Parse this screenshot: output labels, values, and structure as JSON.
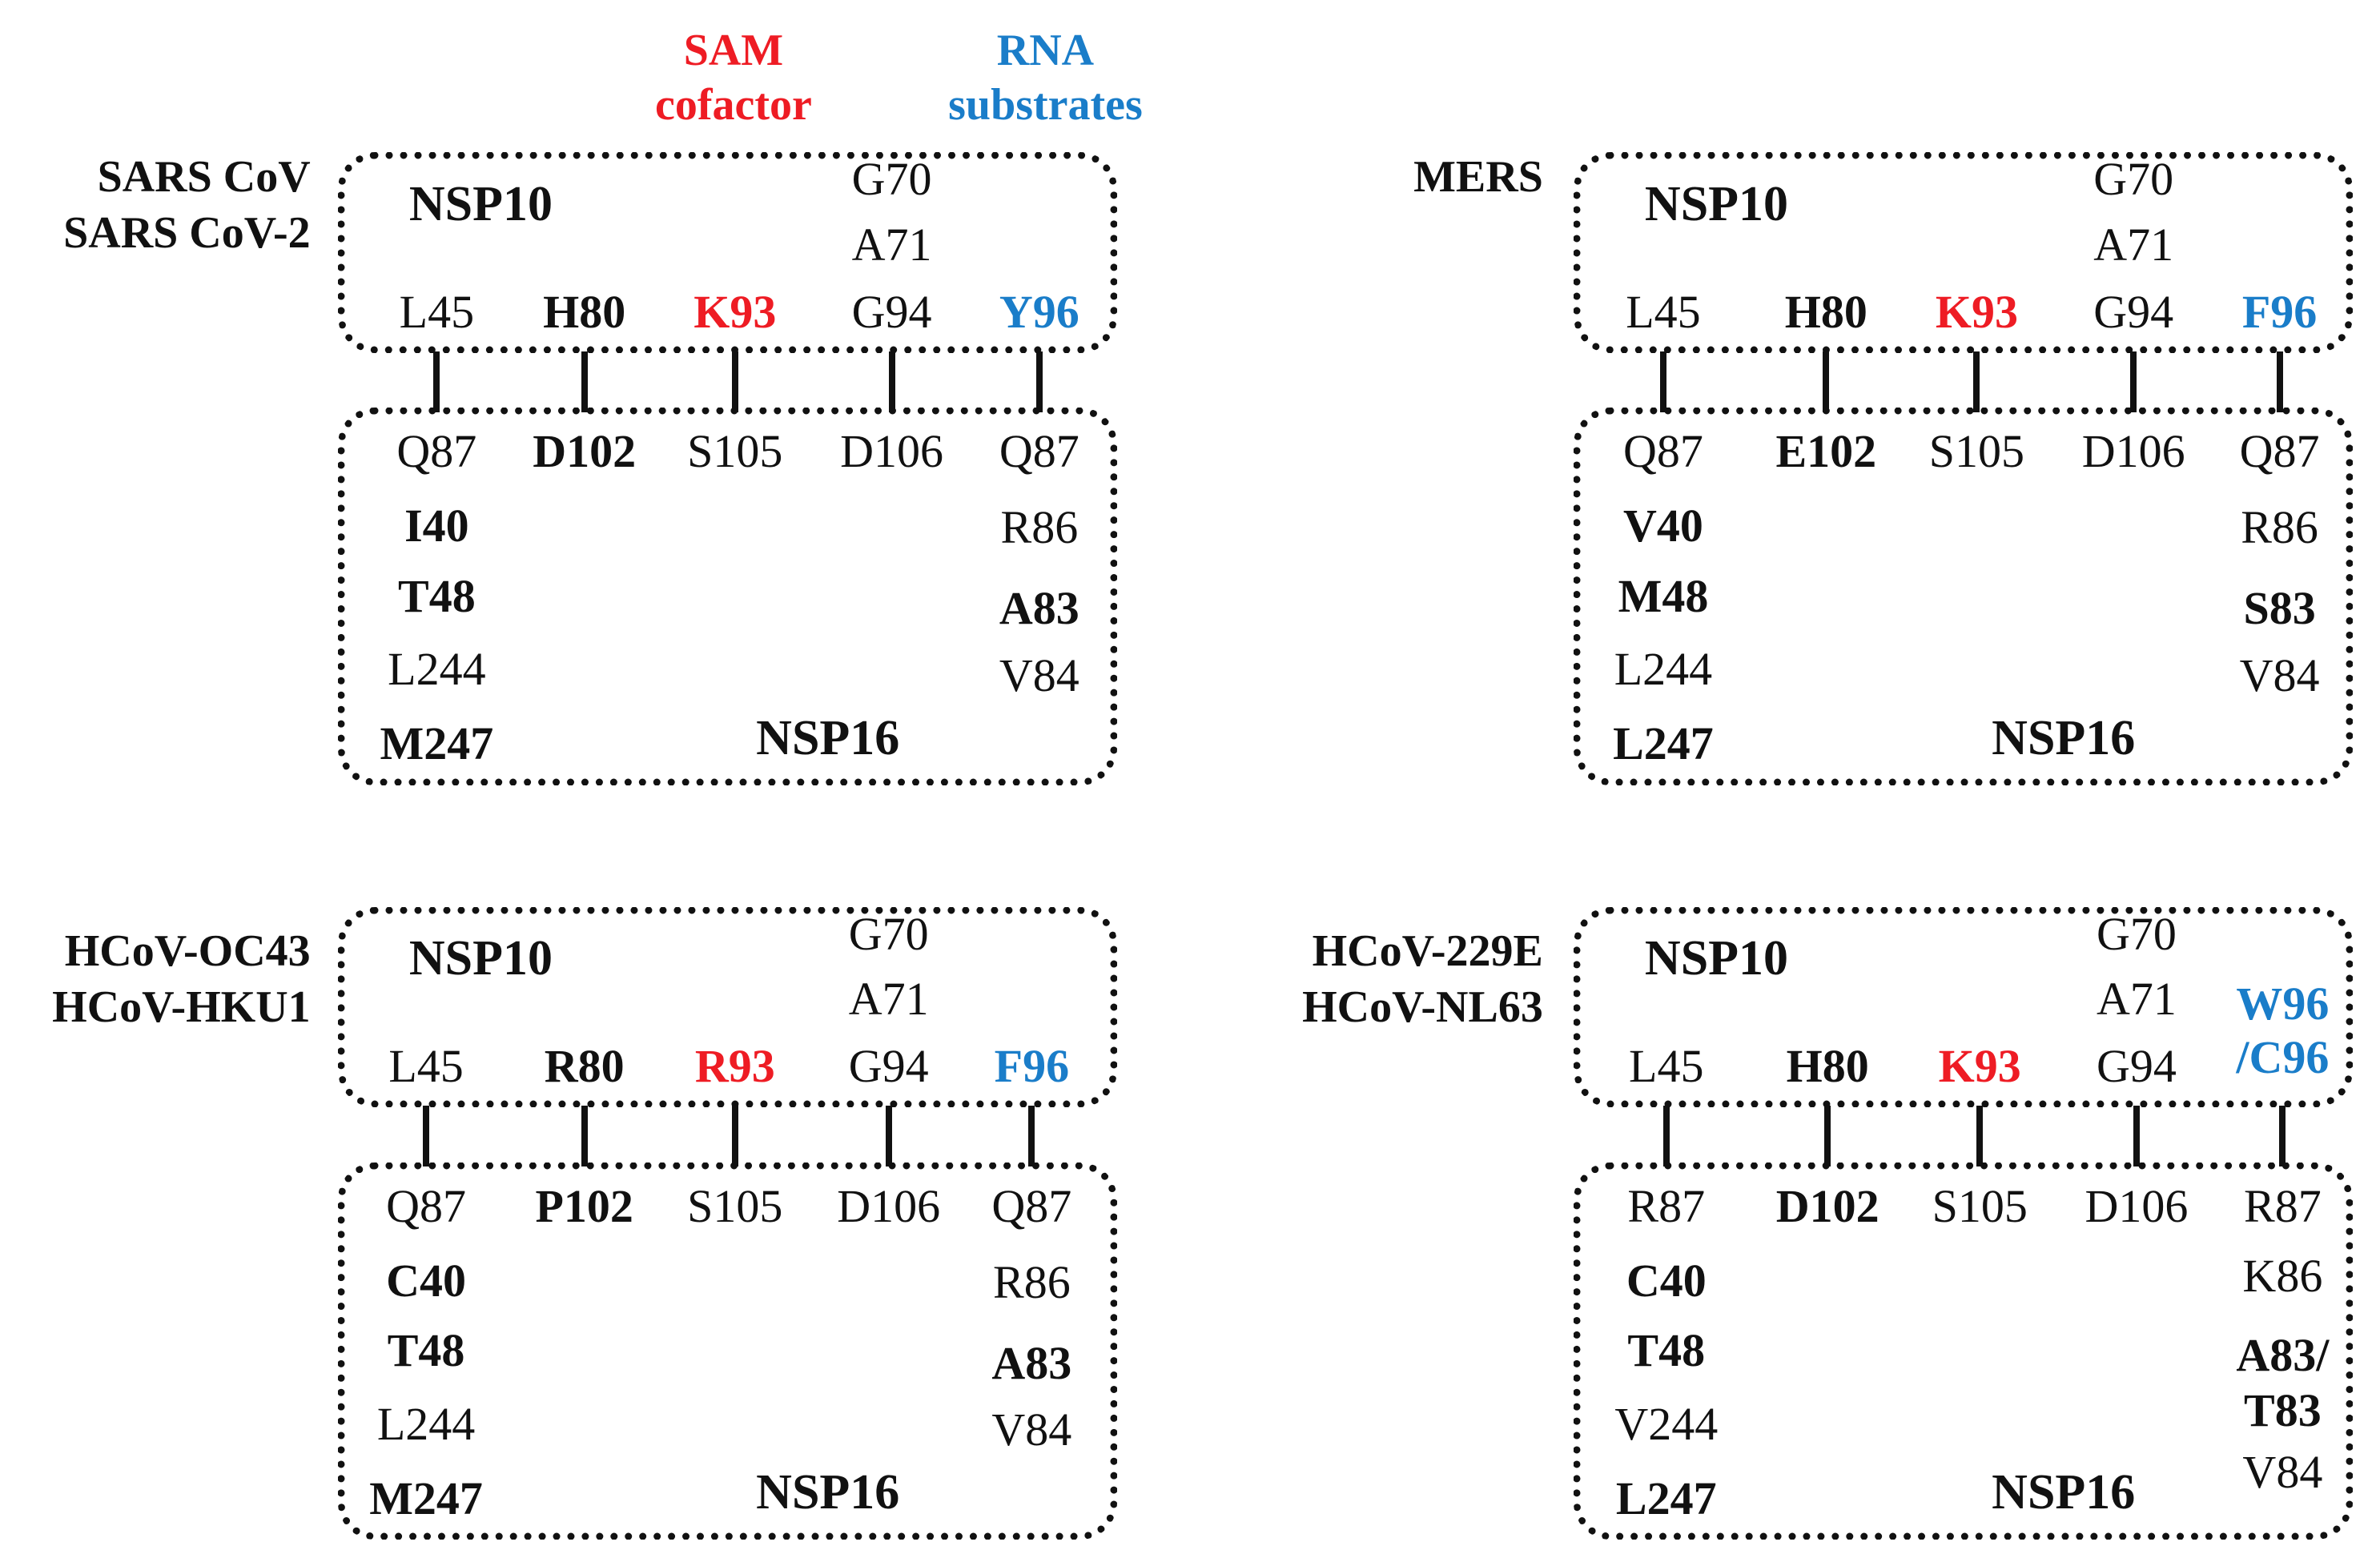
{
  "colors": {
    "sam": "#ee1c24",
    "rna": "#1a7dc9",
    "default": "#111111"
  },
  "legend": {
    "sam": {
      "line1": "SAM",
      "line2": "cofactor"
    },
    "rna": {
      "line1": "RNA",
      "line2": "substrates"
    }
  },
  "panels": [
    {
      "labels": [
        "SARS CoV",
        "SARS CoV-2"
      ],
      "nsp10": {
        "title": "NSP10",
        "top": [
          "G70",
          "A71"
        ],
        "row": [
          "L45",
          "H80",
          "K93",
          "G94",
          "Y96"
        ]
      },
      "nsp16": {
        "title": "NSP16",
        "row": [
          "Q87",
          "D102",
          "S105",
          "D106",
          "Q87"
        ],
        "left": [
          "I40",
          "T48",
          "L244",
          "M247"
        ],
        "right": [
          "R86",
          "A83",
          "V84"
        ]
      }
    },
    {
      "labels": [
        "MERS"
      ],
      "nsp10": {
        "title": "NSP10",
        "top": [
          "G70",
          "A71"
        ],
        "row": [
          "L45",
          "H80",
          "K93",
          "G94",
          "F96"
        ]
      },
      "nsp16": {
        "title": "NSP16",
        "row": [
          "Q87",
          "E102",
          "S105",
          "D106",
          "Q87"
        ],
        "left": [
          "V40",
          "M48",
          "L244",
          "L247"
        ],
        "right": [
          "R86",
          "S83",
          "V84"
        ]
      }
    },
    {
      "labels": [
        "HCoV-OC43",
        "HCoV-HKU1"
      ],
      "nsp10": {
        "title": "NSP10",
        "top": [
          "G70",
          "A71"
        ],
        "row": [
          "L45",
          "R80",
          "R93",
          "G94",
          "F96"
        ]
      },
      "nsp16": {
        "title": "NSP16",
        "row": [
          "Q87",
          "P102",
          "S105",
          "D106",
          "Q87"
        ],
        "left": [
          "C40",
          "T48",
          "L244",
          "M247"
        ],
        "right": [
          "R86",
          "A83",
          "V84"
        ]
      }
    },
    {
      "labels": [
        "HCoV-229E",
        "HCoV-NL63"
      ],
      "nsp10": {
        "title": "NSP10",
        "top": [
          "G70",
          "A71"
        ],
        "row": [
          "L45",
          "H80",
          "K93",
          "G94"
        ],
        "y96": [
          "W96",
          "/C96"
        ]
      },
      "nsp16": {
        "title": "NSP16",
        "row": [
          "R87",
          "D102",
          "S105",
          "D106",
          "R87"
        ],
        "left": [
          "C40",
          "T48",
          "V244",
          "L247"
        ],
        "right": [
          "K86",
          "A83/",
          "T83",
          "V84"
        ]
      }
    }
  ]
}
